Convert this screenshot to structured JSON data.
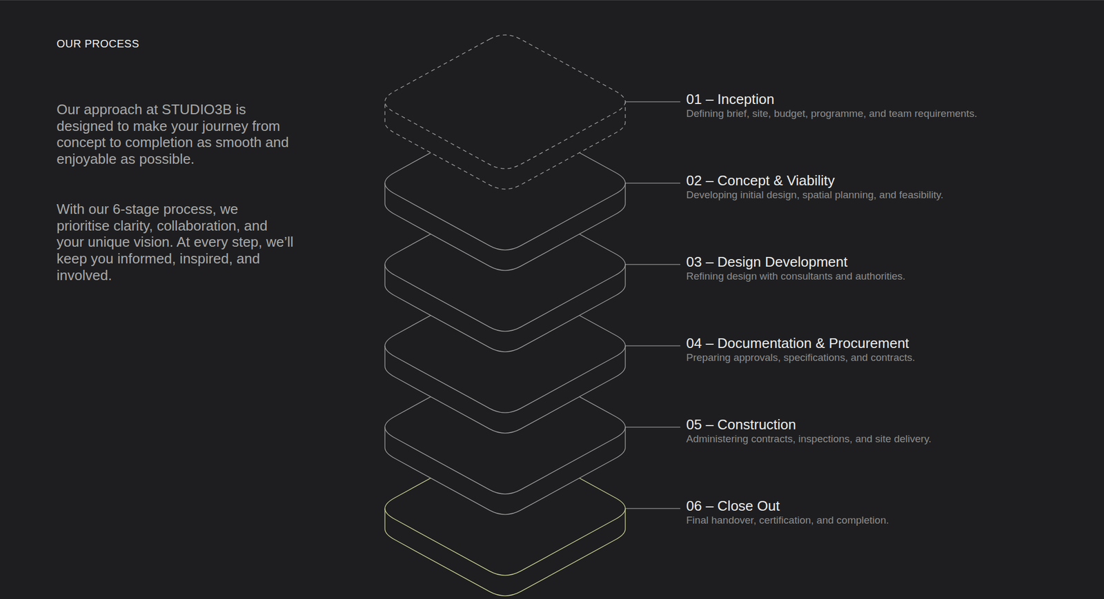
{
  "diagram": {
    "title": "OUR PROCESS",
    "nodes": [
      {
        "text": [
          "01 – Inception",
          "Defining brief, site, budget, programme, and team requirements."
        ]
      },
      {
        "text": [
          "02 – Concept & Viability",
          "Developing initial design, spatial planning, and feasibility."
        ]
      },
      {
        "text": [
          "03 – Design Development",
          "Refining design with consultants and authorities."
        ]
      },
      {
        "text": [
          "04 – Documentation & Procurement",
          "Preparing approvals, specifications, and contracts."
        ]
      },
      {
        "text": [
          "05 – Construction",
          "Administering contracts, inspections, and site delivery."
        ]
      },
      {
        "text": [
          "06 – Close Out",
          "Final handover, certification, and completion."
        ]
      }
    ],
    "labels": [
      "Our approach at STUDIO3B is designed to make your journey from concept to completion as smooth and enjoyable as possible.",
      "With our 6-stage process, we prioritise clarity, collaboration, and your unique vision. At every step, we’ll keep you informed, inspired, and involved."
    ]
  }
}
